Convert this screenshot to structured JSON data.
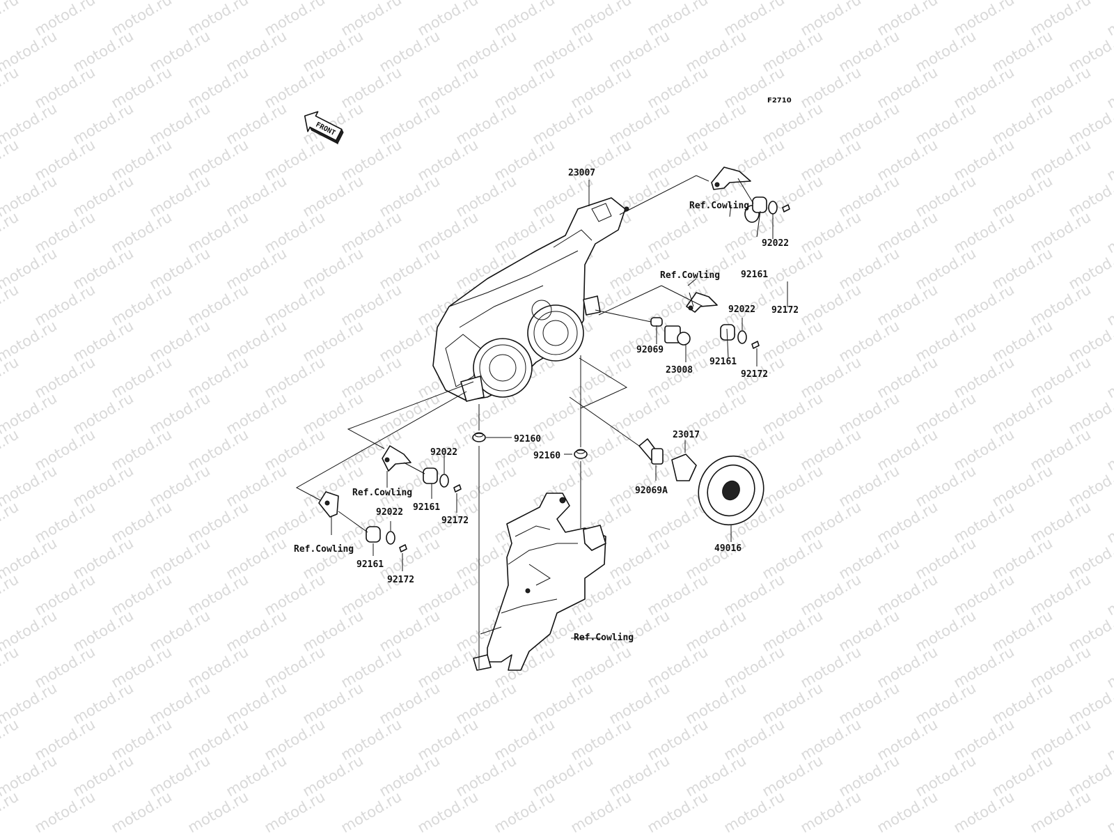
{
  "watermark": "motod.ru",
  "figure_code": "F2710",
  "front_label": "FRONT",
  "parts": [
    {
      "id": "p23007",
      "label": "23007"
    },
    {
      "id": "p23008",
      "label": "23008"
    },
    {
      "id": "p23017",
      "label": "23017"
    },
    {
      "id": "p49016",
      "label": "49016"
    },
    {
      "id": "p92069",
      "label": "92069"
    },
    {
      "id": "p92069a",
      "label": "92069A"
    },
    {
      "id": "p92160a",
      "label": "92160"
    },
    {
      "id": "p92160b",
      "label": "92160"
    },
    {
      "id": "p92022a",
      "label": "92022"
    },
    {
      "id": "p92022b",
      "label": "92022"
    },
    {
      "id": "p92022c",
      "label": "92022"
    },
    {
      "id": "p92022d",
      "label": "92022"
    },
    {
      "id": "p92161a",
      "label": "92161"
    },
    {
      "id": "p92161b",
      "label": "92161"
    },
    {
      "id": "p92161c",
      "label": "92161"
    },
    {
      "id": "p92161d",
      "label": "92161"
    },
    {
      "id": "p92172a",
      "label": "92172"
    },
    {
      "id": "p92172b",
      "label": "92172"
    },
    {
      "id": "p92172c",
      "label": "92172"
    },
    {
      "id": "p92172d",
      "label": "92172"
    }
  ],
  "references": [
    {
      "id": "r1",
      "label": "Ref.Cowling"
    },
    {
      "id": "r2",
      "label": "Ref.Cowling"
    },
    {
      "id": "r3",
      "label": "Ref.Cowling"
    },
    {
      "id": "r4",
      "label": "Ref.Cowling"
    },
    {
      "id": "r5",
      "label": "Ref.Cowling"
    }
  ]
}
